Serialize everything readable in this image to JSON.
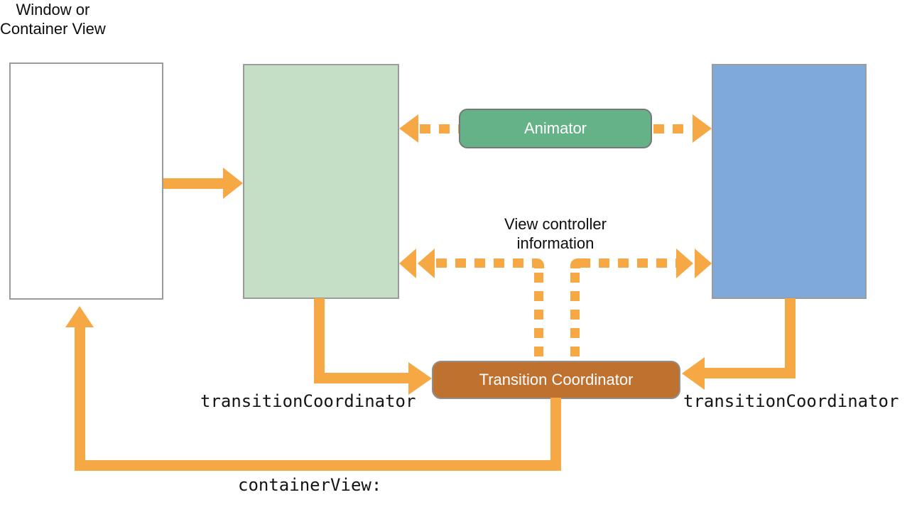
{
  "diagram": {
    "labels": {
      "window_container": {
        "line1": "Window or",
        "line2": "Container View"
      },
      "view_controller_info": {
        "line1": "View controller",
        "line2": "information"
      },
      "transition_coordinator_left": "transitionCoordinator",
      "transition_coordinator_right": "transitionCoordinator",
      "container_view": "containerView:"
    },
    "nodes": {
      "animator": {
        "label": "Animator",
        "fill": "#66B288"
      },
      "transition_coordinator": {
        "label": "Transition Coordinator",
        "fill": "#BF7130"
      },
      "window_view": {
        "fill": "#FFFFFF"
      },
      "from_view": {
        "fill": "#C5DEC6"
      },
      "to_view": {
        "fill": "#7FA9DB"
      }
    },
    "colors": {
      "arrow": "#F5A843",
      "border": "#9B9B9B",
      "animator": "#66B288",
      "transition_coordinator": "#BF7130",
      "from_view": "#C5DEC6",
      "to_view": "#7FA9DB"
    }
  }
}
